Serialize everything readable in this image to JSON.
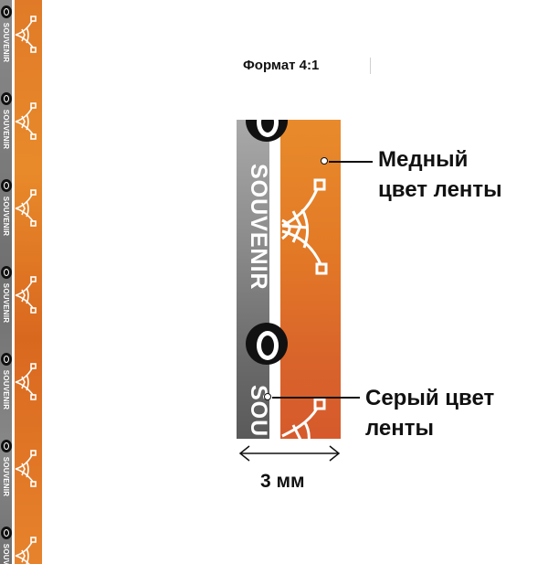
{
  "format_title": "Формат 4:1",
  "tape_text": {
    "word": "SOUVENIR",
    "big_top_fragment": "O",
    "big_bottom_fragment": "SOU"
  },
  "labels": {
    "copper_line1": "Медный",
    "copper_line2": "цвет ленты",
    "gray_line1": "Серый цвет",
    "gray_line2": "ленты"
  },
  "dimension": "3 мм",
  "colors": {
    "copper": "#e37a26",
    "gray": "#7a7a7a",
    "text": "#111111"
  },
  "icons": [
    "tower-icon",
    "letter-o-icon",
    "double-arrow-icon"
  ]
}
